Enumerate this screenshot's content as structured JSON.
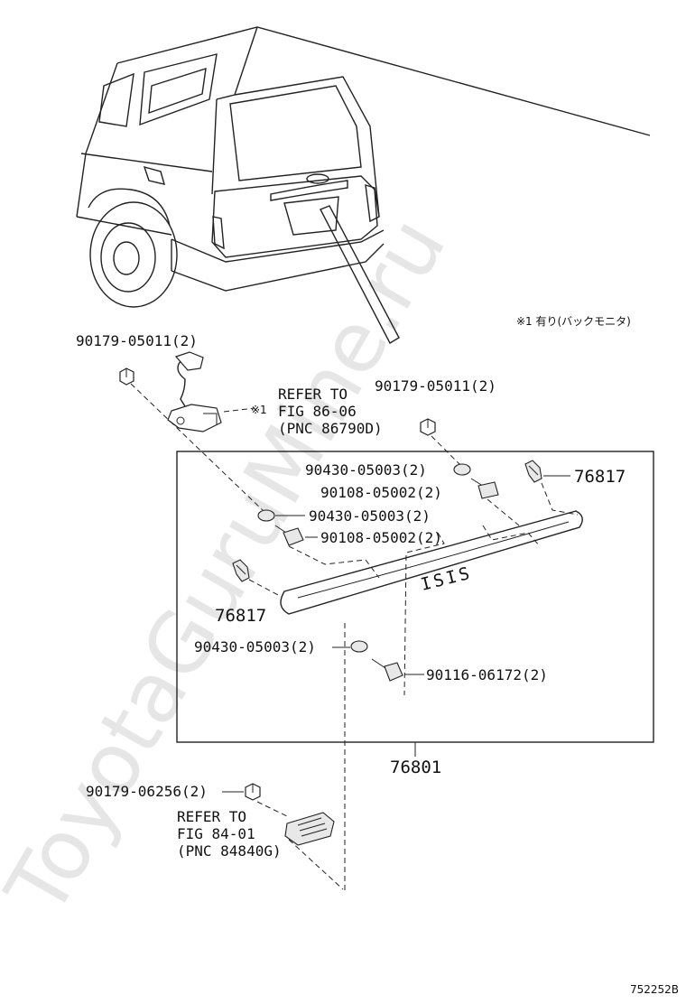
{
  "watermark": "ToyotaGuruMine.ru",
  "note": "※1 有り(バックモニタ)",
  "diagram_code": "752252B",
  "refer_1": {
    "line1": "REFER TO",
    "line2": "FIG 86-06",
    "line3": "(PNC 86790D)",
    "mark": "※1"
  },
  "refer_2": {
    "line1": "REFER TO",
    "line2": "FIG 84-01",
    "line3": "(PNC 84840G)"
  },
  "emblem_text": "ISIS",
  "parts": {
    "p1": "90179-05011(2)",
    "p2": "90179-05011(2)",
    "p3": "90430-05003(2)",
    "p4": "90108-05002(2)",
    "p5": "90430-05003(2)",
    "p6": "90108-05002(2)",
    "p7": "76817",
    "p8": "76817",
    "p9": "90430-05003(2)",
    "p10": "90116-06172(2)",
    "p11": "76801",
    "p12": "90179-06256(2)"
  }
}
